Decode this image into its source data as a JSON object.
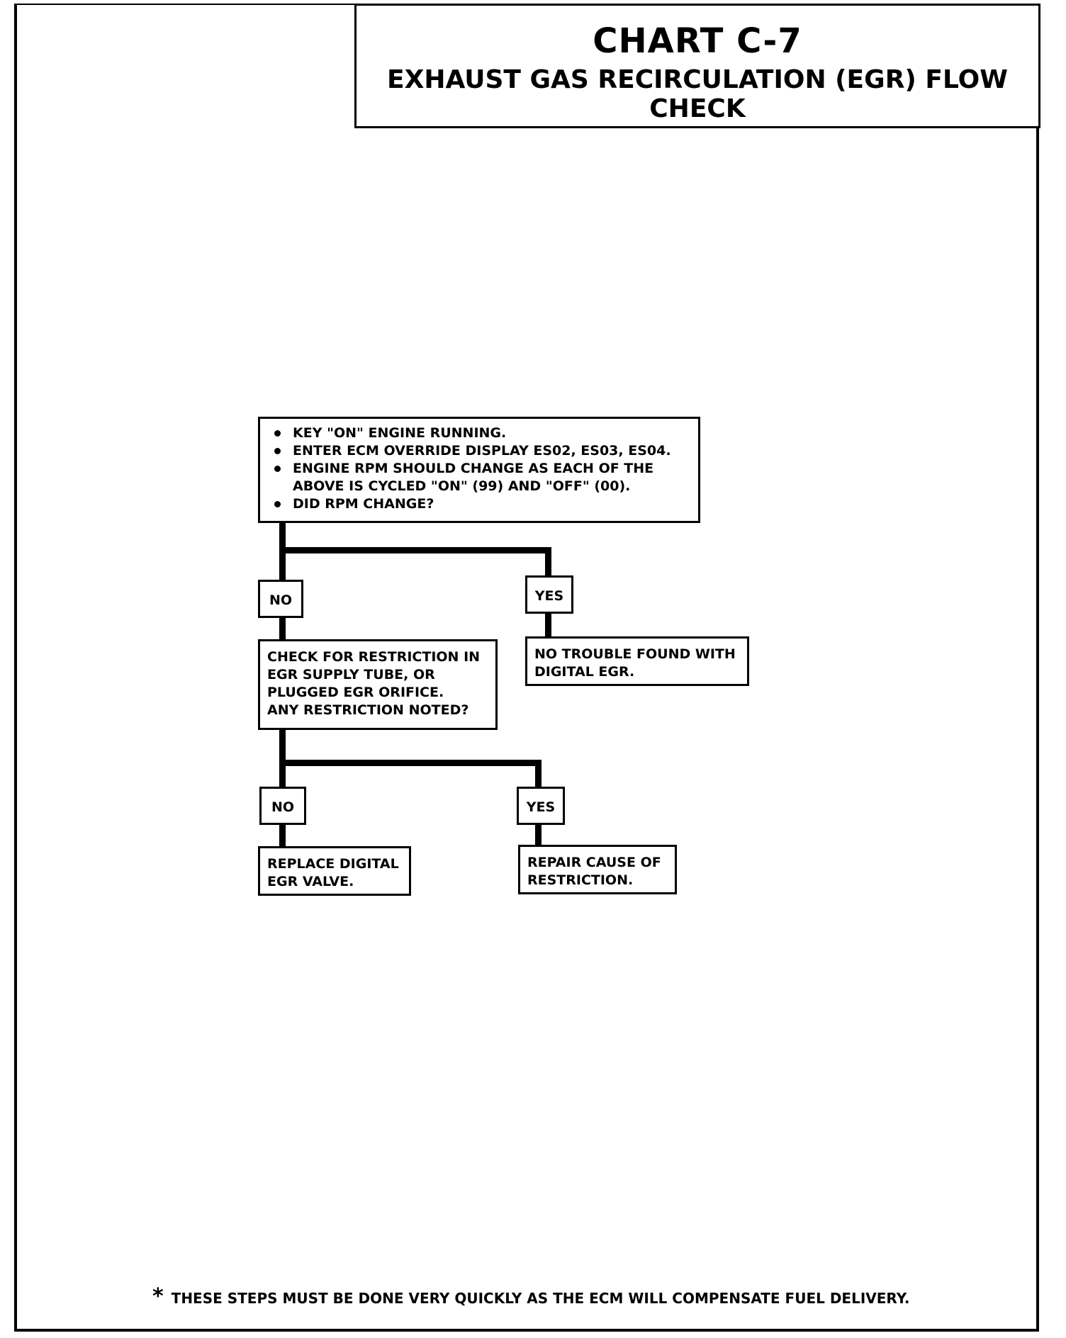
{
  "title": {
    "chart_id": "CHART C-7",
    "subtitle": "EXHAUST GAS RECIRCULATION (EGR) FLOW CHECK"
  },
  "start": {
    "steps": [
      "KEY \"ON\" ENGINE RUNNING.",
      "ENTER ECM OVERRIDE DISPLAY ES02, ES03, ES04.",
      "ENGINE RPM SHOULD CHANGE AS EACH OF THE ABOVE IS CYCLED \"ON\" (99) AND \"OFF\" (00).",
      "DID RPM CHANGE?"
    ]
  },
  "branch1": {
    "no_label": "NO",
    "yes_label": "YES",
    "yes_result": [
      "NO TROUBLE FOUND WITH",
      "DIGITAL EGR."
    ],
    "no_step": [
      "CHECK FOR RESTRICTION IN",
      "EGR SUPPLY TUBE,  OR",
      "PLUGGED  EGR ORIFICE.",
      "ANY RESTRICTION NOTED?"
    ]
  },
  "branch2": {
    "no_label": "NO",
    "yes_label": "YES",
    "no_result": [
      "REPLACE DIGITAL",
      "EGR VALVE."
    ],
    "yes_result": [
      "REPAIR CAUSE OF",
      "RESTRICTION."
    ]
  },
  "footnote": {
    "marker": "*",
    "text": "THESE STEPS MUST BE DONE  VERY QUICKLY AS THE ECM WILL COMPENSATE FUEL DELIVERY."
  }
}
